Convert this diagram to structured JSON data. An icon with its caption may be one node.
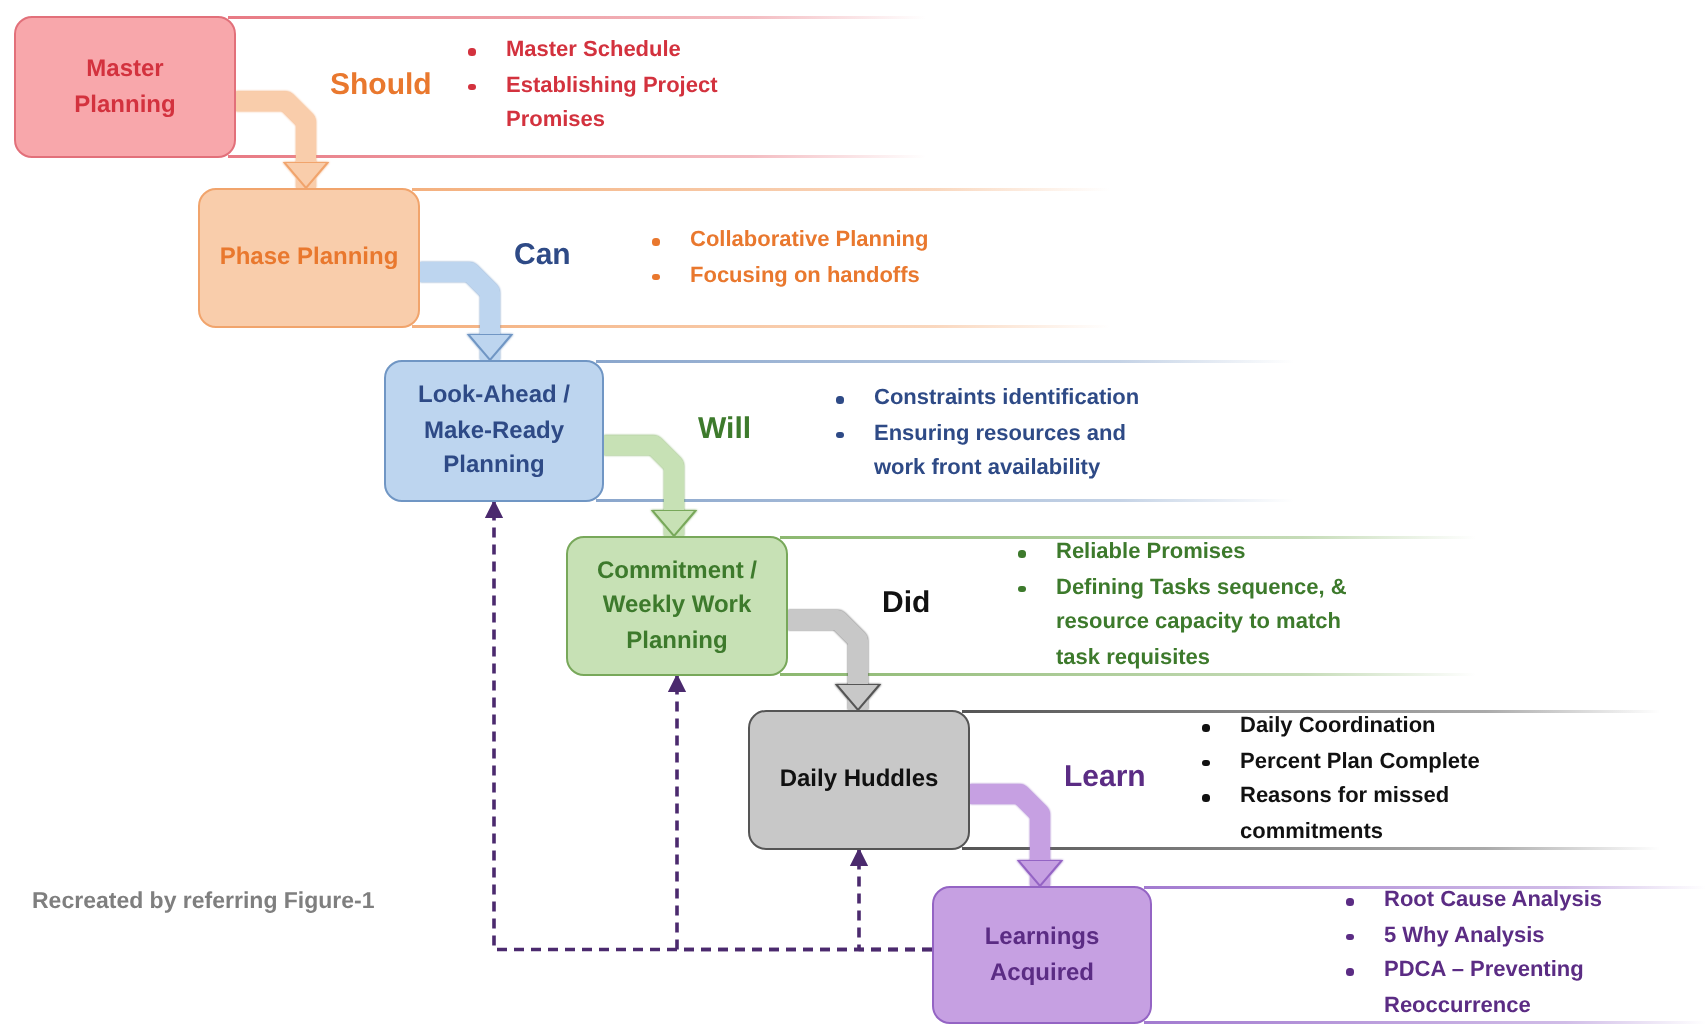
{
  "diagram": {
    "nodes": [
      {
        "text": [
          "Master Planning"
        ],
        "beside": [
          "Master Schedule",
          "Establishing Project Promises"
        ]
      },
      {
        "text": [
          "Phase Planning"
        ],
        "beside": [
          "Collaborative Planning",
          "Focusing on handoffs"
        ]
      },
      {
        "text": [
          "Look-Ahead / Make-Ready Planning"
        ],
        "beside": [
          "Constraints identification",
          "Ensuring resources and work front availability"
        ]
      },
      {
        "text": [
          "Commitment / Weekly Work Planning"
        ],
        "beside": [
          "Reliable Promises",
          "Defining Tasks sequence, & resource capacity to match task requisites"
        ]
      },
      {
        "text": [
          "Daily Huddles"
        ],
        "beside": [
          "Daily Coordination",
          "Percent Plan Complete",
          "Reasons for missed commitments"
        ]
      },
      {
        "text": [
          "Learnings Acquired"
        ],
        "beside": [
          "Root Cause Analysis",
          "5 Why Analysis",
          "PDCA – Preventing Reoccurrence"
        ]
      }
    ],
    "edges": [
      {
        "from": 0,
        "to": 1,
        "arrow": "to",
        "label": "Should",
        "color": "#f9cdab"
      },
      {
        "from": 1,
        "to": 2,
        "arrow": "to",
        "label": "Can",
        "color": "#bdd5ef"
      },
      {
        "from": 2,
        "to": 3,
        "arrow": "to",
        "label": "Will",
        "color": "#c7e1b5"
      },
      {
        "from": 3,
        "to": 4,
        "arrow": "to",
        "label": "Did",
        "color": "#c8c8c8"
      },
      {
        "from": 4,
        "to": 5,
        "arrow": "to",
        "label": "Learn",
        "color": "#c6a0e2"
      },
      {
        "from": 5,
        "to": 4,
        "arrow": "to",
        "style": "dashed"
      },
      {
        "from": 5,
        "to": 3,
        "arrow": "to",
        "style": "dashed"
      },
      {
        "from": 5,
        "to": 2,
        "arrow": "to",
        "style": "dashed"
      }
    ],
    "labels": [
      "Recreated by referring Figure-1"
    ]
  }
}
